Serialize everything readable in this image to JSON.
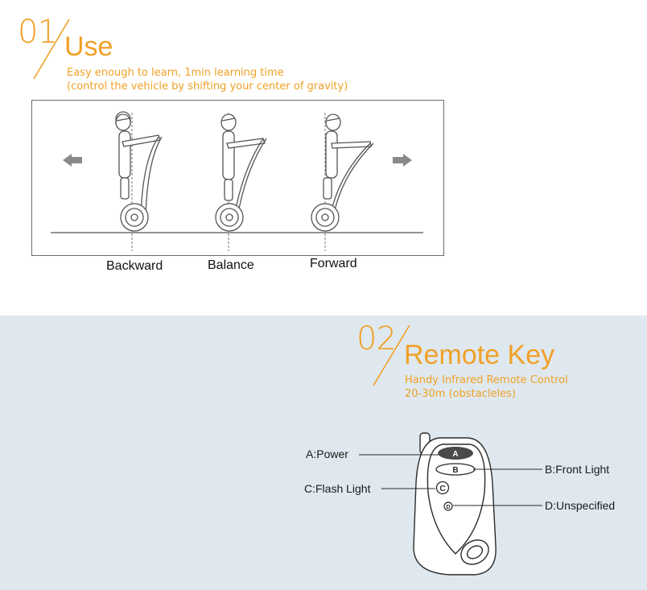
{
  "section_use": {
    "number": "01",
    "title": "Use",
    "line1": "Easy enough to learn, 1min learning time",
    "line2": "(control the vehicle by shifting your center of gravity)",
    "poses": [
      "Backward",
      "Balance",
      "Forward"
    ]
  },
  "section_remote": {
    "number": "02",
    "title": "Remote Key",
    "line1": "Handy Infrared Remote Control",
    "line2": "20-30m (obstacleles)",
    "button_letters": [
      "A",
      "B",
      "C",
      "D"
    ],
    "labels": {
      "a": "A:Power",
      "b": "B:Front Light",
      "c": "C:Flash Light",
      "d": "D:Unspecified"
    }
  },
  "colors": {
    "accent": "#f0a026",
    "panel_bg": "#dfe8ee",
    "line": "#6d6d6d"
  }
}
